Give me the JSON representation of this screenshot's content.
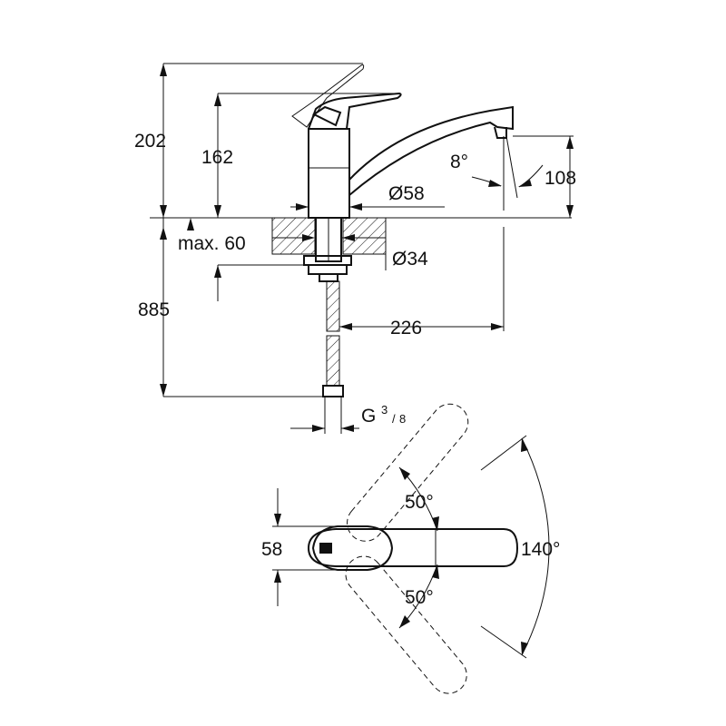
{
  "dimensions": {
    "height_total": "202",
    "height_spout": "162",
    "spout_height": "108",
    "spout_angle": "8°",
    "base_diameter": "Ø58",
    "max_thickness": "max. 60",
    "hole_diameter": "Ø34",
    "hose_length": "885",
    "spout_reach": "226",
    "thread_main": "G",
    "thread_num": "3",
    "thread_den": "8",
    "lever_width": "58",
    "swivel_up": "50°",
    "swivel_down": "50°",
    "swivel_total": "140°"
  }
}
